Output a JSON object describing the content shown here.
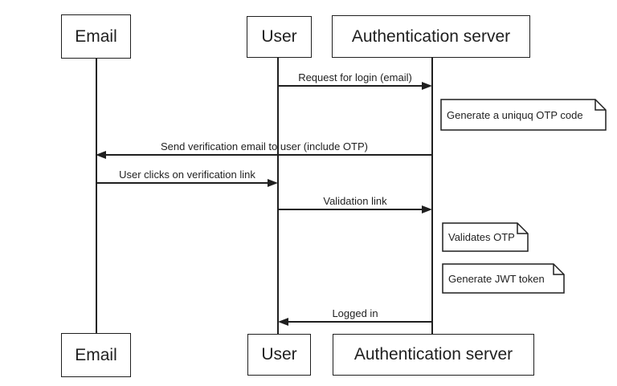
{
  "diagram": {
    "type": "sequence-diagram",
    "actors": [
      {
        "id": "email",
        "label": "Email"
      },
      {
        "id": "user",
        "label": "User"
      },
      {
        "id": "auth",
        "label": "Authentication server"
      }
    ],
    "messages": [
      {
        "label": "Request for login (email)",
        "from": "user",
        "to": "auth"
      },
      {
        "label": "Send verification email to user (include OTP)",
        "from": "auth",
        "to": "email"
      },
      {
        "label": "User clicks on verification link",
        "from": "email",
        "to": "user"
      },
      {
        "label": "Validation link",
        "from": "user",
        "to": "auth"
      },
      {
        "label": "Logged in",
        "from": "auth",
        "to": "user"
      }
    ],
    "notes": [
      {
        "label": "Generate a uniquq OTP code"
      },
      {
        "label": "Validates OTP"
      },
      {
        "label": "Generate JWT token"
      }
    ],
    "colors": {
      "stroke": "#1f1f1f",
      "background": "#ffffff",
      "text": "#1f1f1f"
    }
  }
}
